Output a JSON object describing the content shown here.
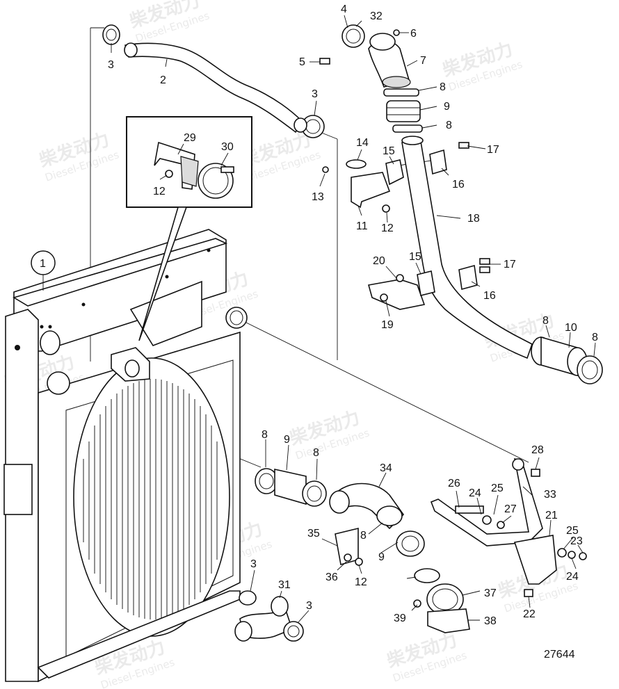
{
  "watermark": {
    "brand_cn": "柴发动力",
    "brand_en": "Diesel-Engines"
  },
  "figure_number": "27644",
  "callouts": [
    "1",
    "2",
    "3",
    "3",
    "3",
    "3",
    "4",
    "5",
    "6",
    "7",
    "8",
    "8",
    "8",
    "8",
    "8",
    "8",
    "8",
    "9",
    "9",
    "9",
    "10",
    "11",
    "12",
    "12",
    "12",
    "13",
    "14",
    "15",
    "15",
    "16",
    "16",
    "17",
    "17",
    "18",
    "19",
    "20",
    "21",
    "22",
    "23",
    "24",
    "24",
    "25",
    "25",
    "26",
    "27",
    "28",
    "29",
    "30",
    "31",
    "32",
    "33",
    "34",
    "35",
    "36",
    "37",
    "38",
    "39"
  ]
}
